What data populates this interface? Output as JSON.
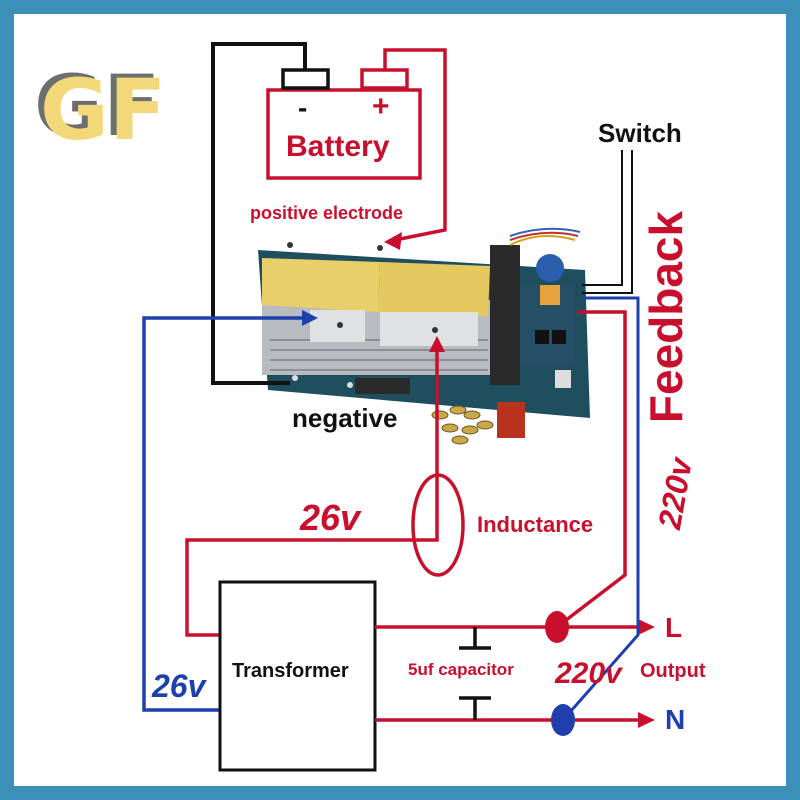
{
  "logo": {
    "text": "GF"
  },
  "labels": {
    "battery_negative": "-",
    "battery_positive": "+",
    "battery": "Battery",
    "positive_electrode": "positive electrode",
    "switch": "Switch",
    "feedback": "Feedback",
    "negative": "negative",
    "voltage_26v_top": "26v",
    "inductance": "Inductance",
    "voltage_220v_right": "220v",
    "live": "L",
    "transformer": "Transformer",
    "capacitor": "5uf capacitor",
    "voltage_220v_bottom": "220v",
    "output": "Output",
    "voltage_26v_left": "26v",
    "neutral": "N"
  },
  "colors": {
    "frame": "#3c8fb8",
    "wire_red": "#c8102e",
    "wire_blue": "#1e3fae",
    "wire_black": "#111111",
    "board_green": "#1f4f5f",
    "heatsink_yellow": "#e9cf6a",
    "logo_gold": "#f2d878"
  }
}
